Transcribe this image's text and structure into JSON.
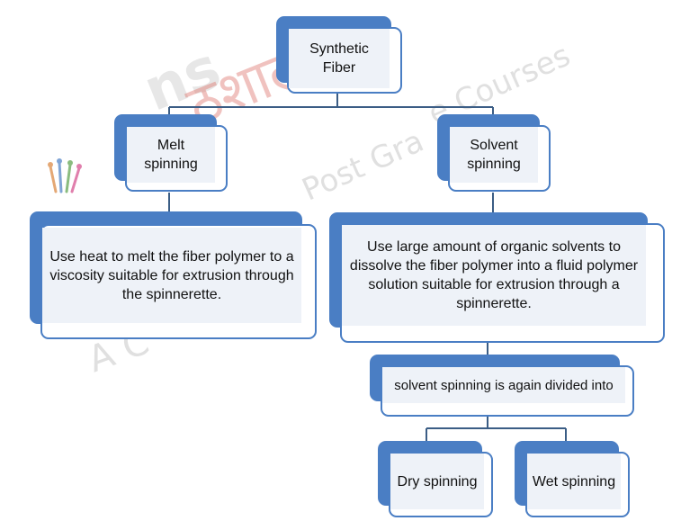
{
  "colors": {
    "accent": "#4a7ec4",
    "fill": "#eef2f8",
    "connector": "#3b5d85"
  },
  "watermark": {
    "courses": "e Courses",
    "post_gr": "Post Gra",
    "a": "A C",
    "hindi": "ठशाला",
    "logo": "ns"
  },
  "nodes": {
    "root": "Synthetic Fiber",
    "melt": "Melt spinning",
    "solvent": "Solvent spinning",
    "melt_desc": "Use heat to melt the fiber polymer to a viscosity suitable for extrusion through the spinnerette.",
    "solvent_desc": "Use large amount of organic solvents to dissolve the fiber polymer into a fluid polymer  solution suitable for extrusion through a spinnerette.",
    "divided": "solvent spinning is again divided into",
    "dry": "Dry spinning",
    "wet": "Wet spinning"
  }
}
